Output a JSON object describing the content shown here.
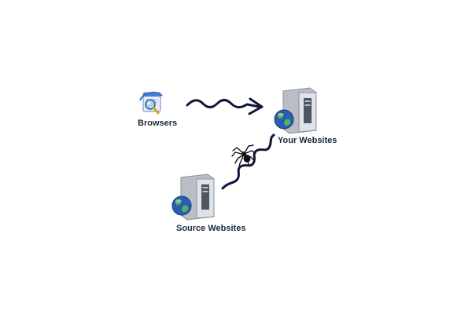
{
  "nodes": {
    "browsers": {
      "label": "Browsers",
      "icon": "browser-search-icon"
    },
    "your_websites": {
      "label": "Your Websites",
      "icon": "web-server-icon"
    },
    "source_websites": {
      "label": "Source Websites",
      "icon": "web-server-icon"
    }
  },
  "connectors": {
    "browser_to_site": {
      "style": "wavy-arrow",
      "color": "#10163a"
    },
    "source_to_site": {
      "style": "wavy-line",
      "color": "#10163a"
    }
  },
  "decorations": {
    "crawler": {
      "icon": "spider-icon",
      "color": "#111111"
    }
  },
  "colors": {
    "server_body": "#c3c8cf",
    "server_front": "#e8eaed",
    "globe_blue": "#2a5cb0",
    "globe_green": "#4fb35a",
    "connector": "#10163a"
  }
}
